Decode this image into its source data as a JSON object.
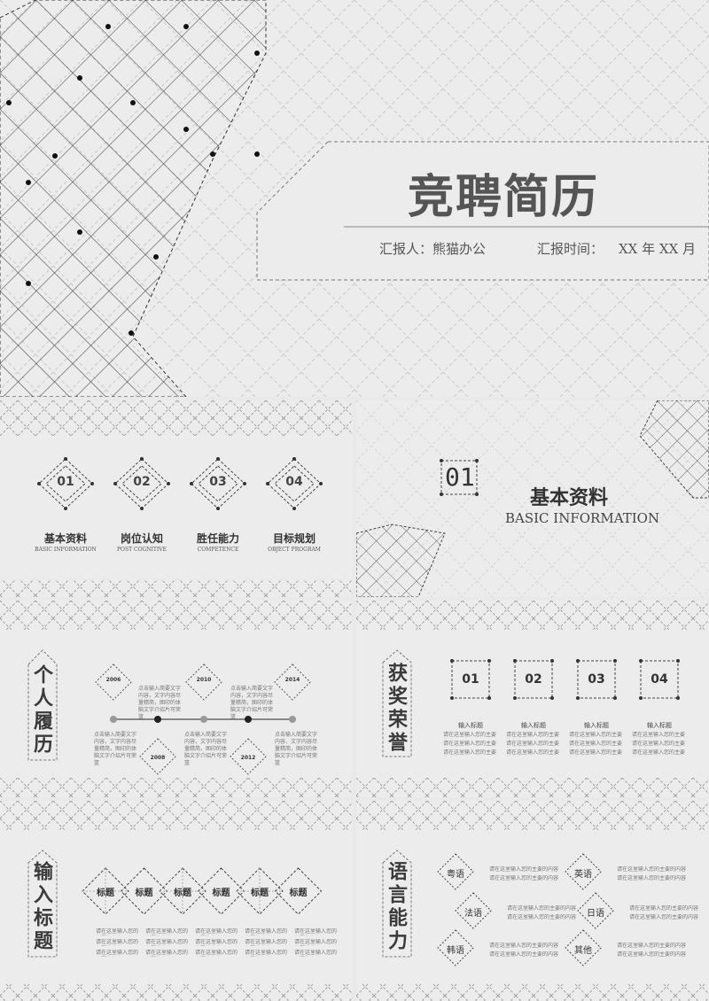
{
  "cover": {
    "title": "竞聘简历",
    "reporter": "汇报人：熊猫办公",
    "time_label": "汇报时间：",
    "time_value": "XX 年 XX 月"
  },
  "contents": {
    "items": [
      {
        "num": "01",
        "cn": "基本资料",
        "en": "BASIC INFORMATION"
      },
      {
        "num": "02",
        "cn": "岗位认知",
        "en": "POST COGNITIVE"
      },
      {
        "num": "03",
        "cn": "胜任能力",
        "en": "COMPETENCE"
      },
      {
        "num": "04",
        "cn": "目标规划",
        "en": "OBJECT PROGRAM"
      }
    ]
  },
  "section": {
    "num": "01",
    "title_cn": "基本资料",
    "title_en": "BASIC INFORMATION"
  },
  "resume": {
    "title": "个人履历",
    "top_years": [
      "2006",
      "2010",
      "2014"
    ],
    "bottom_years": [
      "2008",
      "2012"
    ],
    "top_text": "点击输入简要文字内容，文字内容尽量精简，图印的体脑文字介绍片可荣篮",
    "bottom_text": "点击输入简要文字内容，文字内容尽量精简，图印的体脑文字介绍片可荣篮"
  },
  "awards": {
    "title": "获奖荣誉",
    "items": [
      {
        "num": "01",
        "label": "输入标题",
        "text": "请在这里输入您的主要的内容"
      },
      {
        "num": "02",
        "label": "输入标题",
        "text": "请在这里输入您的主要的内容"
      },
      {
        "num": "03",
        "label": "输入标题",
        "text": "请在这里输入您的主要的内容"
      },
      {
        "num": "04",
        "label": "输入标题",
        "text": "请在这里输入您的主要的内容"
      }
    ]
  },
  "input_titles": {
    "title": "输入标题",
    "labels": [
      "标题",
      "标题",
      "标题",
      "标题",
      "标题",
      "标题"
    ],
    "text": "请在这里输入您的主要的内容"
  },
  "language": {
    "title": "语言能力",
    "items": [
      {
        "label": "粤语",
        "text": "请在这里输入您的主要的内容"
      },
      {
        "label": "英语",
        "text": "请在这里输入您的主要的内容"
      },
      {
        "label": "法语",
        "text": "请在这里输入您的主要的内容"
      },
      {
        "label": "日语",
        "text": "请在这里输入您的主要的内容"
      },
      {
        "label": "韩语",
        "text": "请在这里输入您的主要的内容"
      },
      {
        "label": "其他",
        "text": "请在这里输入您的主要的内容"
      }
    ]
  }
}
